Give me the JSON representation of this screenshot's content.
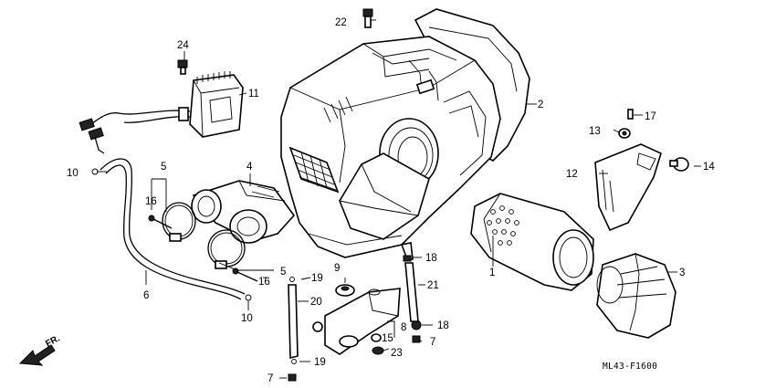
{
  "diagram": {
    "labels": {
      "l1": "1",
      "l2": "2",
      "l3": "3",
      "l4": "4",
      "l5a": "5",
      "l5b": "5",
      "l6": "6",
      "l7a": "7",
      "l7b": "7",
      "l8": "8",
      "l9": "9",
      "l10a": "10",
      "l10b": "10",
      "l11": "11",
      "l12": "12",
      "l13": "13",
      "l14": "14",
      "l15": "15",
      "l16a": "16",
      "l16b": "16",
      "l17": "17",
      "l18a": "18",
      "l18b": "18",
      "l19a": "19",
      "l19b": "19",
      "l20": "20",
      "l21": "21",
      "l22": "22",
      "l23": "23",
      "l24": "24"
    },
    "direction_label": "FR.",
    "figure_code": "ML43-F1600"
  }
}
